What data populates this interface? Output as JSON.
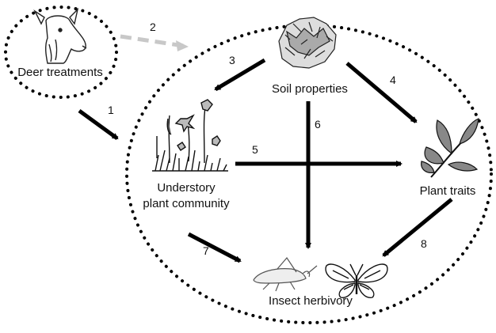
{
  "nodes": {
    "deer": "Deer treatments",
    "soil": "Soil properties",
    "understory_line1": "Understory",
    "understory_line2": "plant community",
    "traits": "Plant traits",
    "herbivory": "Insect herbivory"
  },
  "paths": [
    {
      "id": "1",
      "from": "Deer treatments",
      "to": "Understory plant community",
      "style": "solid"
    },
    {
      "id": "2",
      "from": "Deer treatments",
      "to": "Soil properties",
      "style": "dashed"
    },
    {
      "id": "3",
      "from": "Soil properties",
      "to": "Understory plant community",
      "style": "solid"
    },
    {
      "id": "4",
      "from": "Soil properties",
      "to": "Plant traits",
      "style": "solid"
    },
    {
      "id": "5",
      "from": "Understory plant community",
      "to": "Plant traits",
      "style": "solid"
    },
    {
      "id": "6",
      "from": "Soil properties",
      "to": "Insect herbivory",
      "style": "solid"
    },
    {
      "id": "7",
      "from": "Understory plant community",
      "to": "Insect herbivory",
      "style": "solid"
    },
    {
      "id": "8",
      "from": "Plant traits",
      "to": "Insect herbivory",
      "style": "solid"
    }
  ],
  "colors": {
    "arrow": "#000000",
    "dashed_arrow": "#c8c8c8"
  },
  "icons": [
    "deer-head-icon",
    "soil-aggregate-icon",
    "understory-plants-icon",
    "leaf-branch-icon",
    "grasshopper-icon",
    "butterfly-icon"
  ]
}
